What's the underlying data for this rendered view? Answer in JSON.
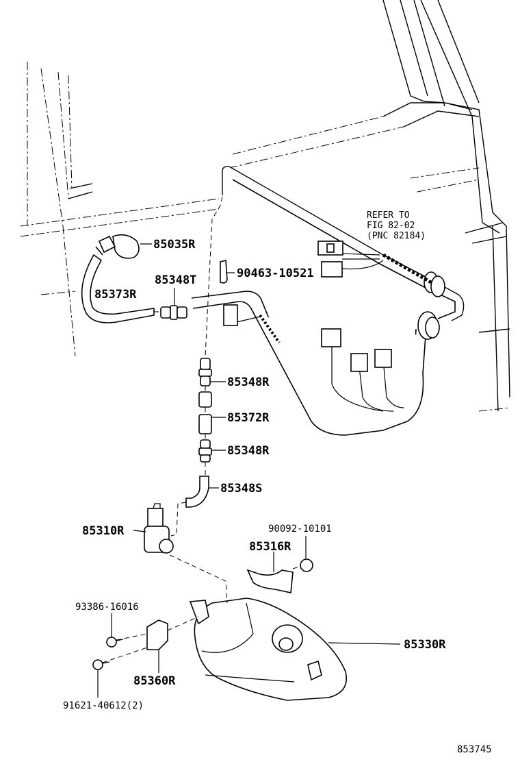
{
  "diagram": {
    "labels": {
      "p85035R": "85035R",
      "p85373R": "85373R",
      "p85348T": "85348T",
      "p90463": "90463-10521",
      "p85348R_a": "85348R",
      "p85372R": "85372R",
      "p85348R_b": "85348R",
      "p85348S": "85348S",
      "p85310R": "85310R",
      "p90092": "90092-10101",
      "p85316R": "85316R",
      "p93386": "93386-16016",
      "p85330R": "85330R",
      "p85360R": "85360R",
      "p91621": "91621-40612(2)"
    },
    "refer": {
      "line1": "REFER TO",
      "line2": "FIG 82-02",
      "line3": "(PNC 82184)"
    },
    "figure_number": "853745"
  }
}
